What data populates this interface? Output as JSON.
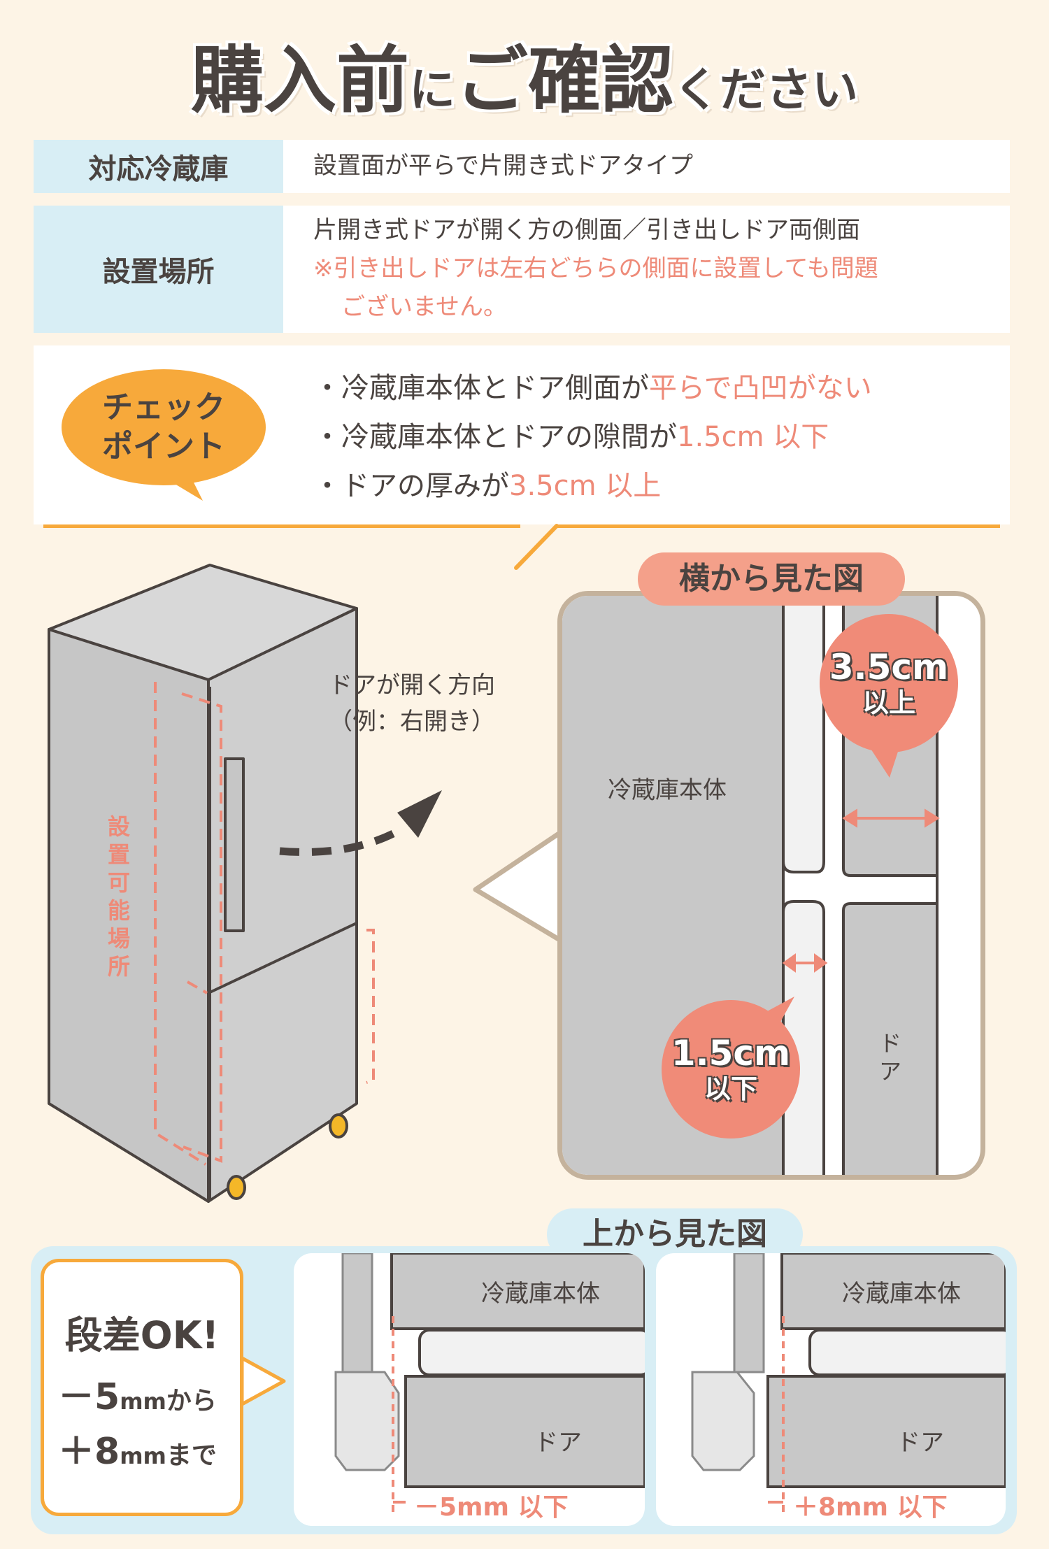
{
  "title": {
    "part1": "購入前",
    "part2": "に",
    "part3": "ご確認",
    "part4": "ください"
  },
  "table": {
    "row1": {
      "label": "対応冷蔵庫",
      "value": "設置面が平らで片開き式ドアタイプ"
    },
    "row2": {
      "label": "設置場所",
      "line1": "片開き式ドアが開く方の側面／引き出しドア両側面",
      "note1": "※引き出しドアは左右どちらの側面に設置しても問題",
      "note2": "ございません。"
    }
  },
  "check": {
    "bubble_line1": "チェック",
    "bubble_line2": "ポイント",
    "items": [
      {
        "plain": "・冷蔵庫本体とドア側面が",
        "highlight": "平らで凸凹がない"
      },
      {
        "plain": "・冷蔵庫本体とドアの隙間が",
        "highlight": "1.5cm 以下"
      },
      {
        "plain": "・ドアの厚みが",
        "highlight": "3.5cm 以上"
      }
    ]
  },
  "fridge": {
    "install_label": "設置可能場所",
    "direction_line1": "ドアが開く方向",
    "direction_line2": "（例：右開き）"
  },
  "side_view": {
    "title": "横から見た図",
    "body_label": "冷蔵庫本体",
    "door_label": "ドア",
    "thick_value": "3.5cm",
    "thick_unit": "以上",
    "gap_value": "1.5cm",
    "gap_unit": "以下"
  },
  "top_view": {
    "title": "上から見た図",
    "ok_title": "段差OK!",
    "ok_line1_num": "－5",
    "ok_line1_unit": "mm",
    "ok_line1_suffix": "から",
    "ok_line2_num": "＋8",
    "ok_line2_unit": "mm",
    "ok_line2_suffix": "まで",
    "left": {
      "body_label": "冷蔵庫本体",
      "door_label": "ドア",
      "measure": "－5mm 以下"
    },
    "right": {
      "body_label": "冷蔵庫本体",
      "door_label": "ドア",
      "measure": "＋8mm 以下"
    }
  },
  "colors": {
    "background": "#fdf4e6",
    "light_blue": "#d8eef5",
    "orange": "#f7a93b",
    "salmon": "#f08b78",
    "text": "#4a4340",
    "gray": "#c8c8c8"
  }
}
